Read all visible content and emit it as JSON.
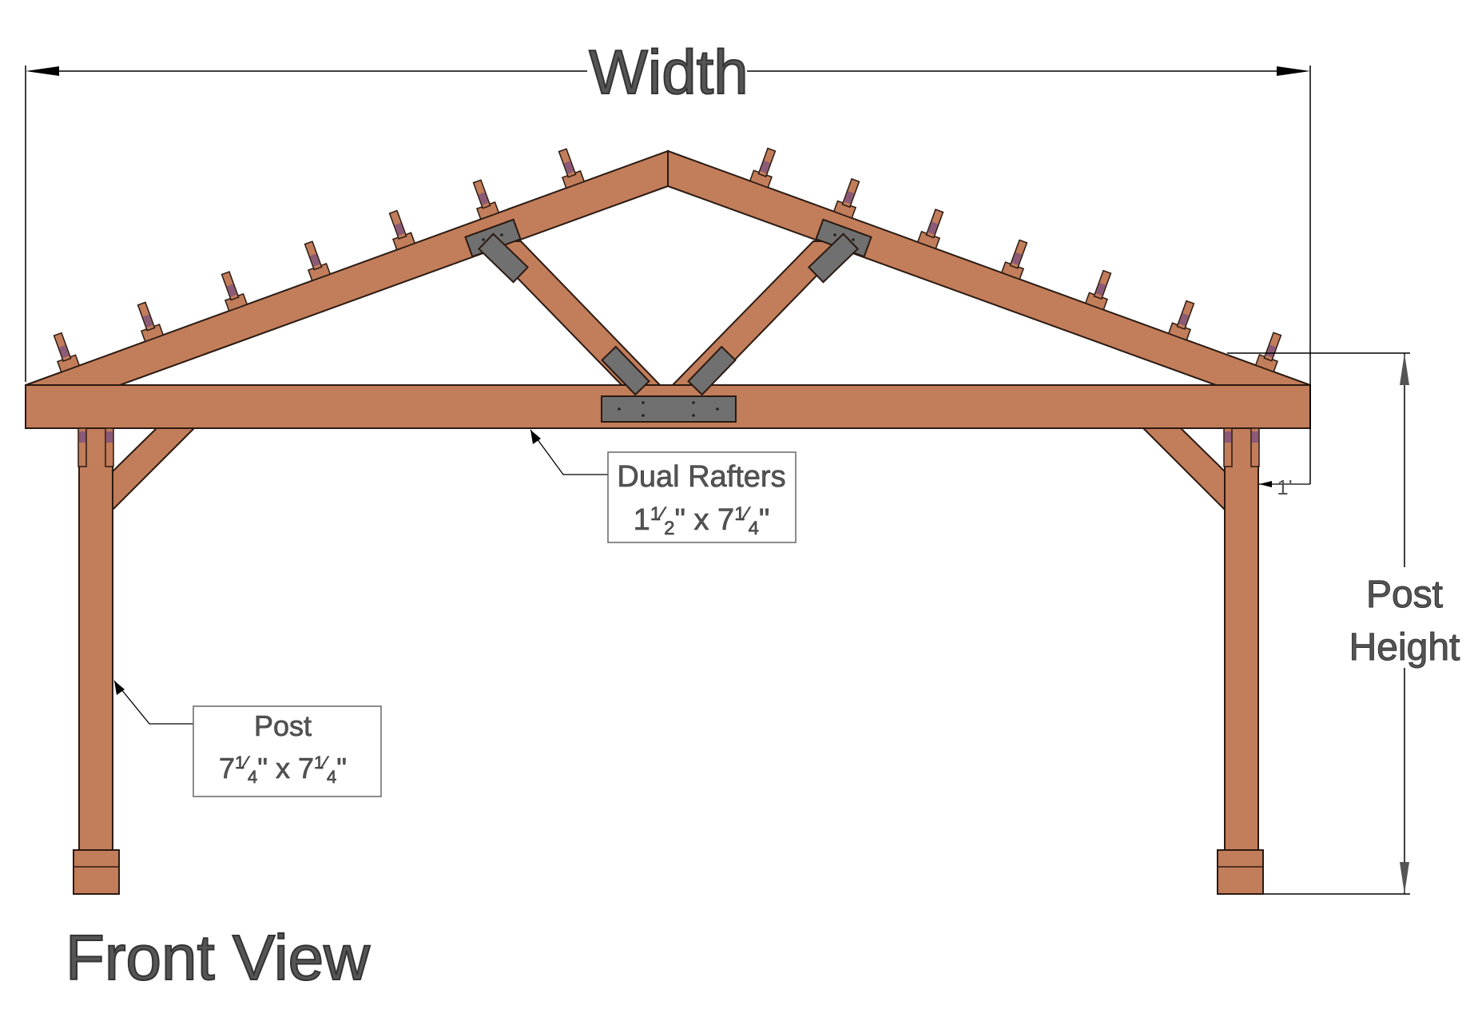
{
  "diagram": {
    "view_title": "Front View",
    "width_label": "Width",
    "post_height_label_line1": "Post",
    "post_height_label_line2": "Height",
    "overhang_label": "1'",
    "rafters_callout": {
      "title": "Dual Rafters",
      "dim_a_whole": "1",
      "dim_a_num": "1",
      "dim_a_den": "2",
      "dim_sep": "\" x 7",
      "dim_b_num": "1",
      "dim_b_den": "4",
      "dim_end": "\""
    },
    "post_callout": {
      "title": "Post",
      "dim_a_whole": "7",
      "dim_a_num": "1",
      "dim_a_den": "4",
      "dim_sep": "\" x 7",
      "dim_b_num": "1",
      "dim_b_den": "4",
      "dim_end": "\""
    }
  },
  "colors": {
    "wood": "#c27d5a",
    "wood_outline": "#2a1a12",
    "plate": "#707070",
    "purlin_band": "#8a5a78",
    "dimension": "#000000",
    "label_text": "#555555"
  }
}
